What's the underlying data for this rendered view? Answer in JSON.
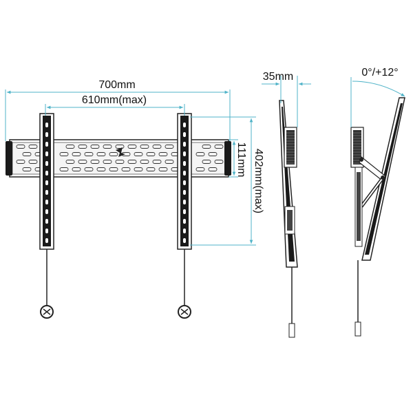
{
  "dimensions": {
    "overall_width": "700mm",
    "arm_spacing": "610mm(max)",
    "rail_height": "111mm",
    "vertical_spacing": "402mm(max)",
    "depth": "35mm",
    "tilt": "0°/+12°"
  },
  "colors": {
    "dimension_line": "#4fb3c8",
    "part_stroke": "#222222",
    "part_fill": "#1a1a1a"
  }
}
